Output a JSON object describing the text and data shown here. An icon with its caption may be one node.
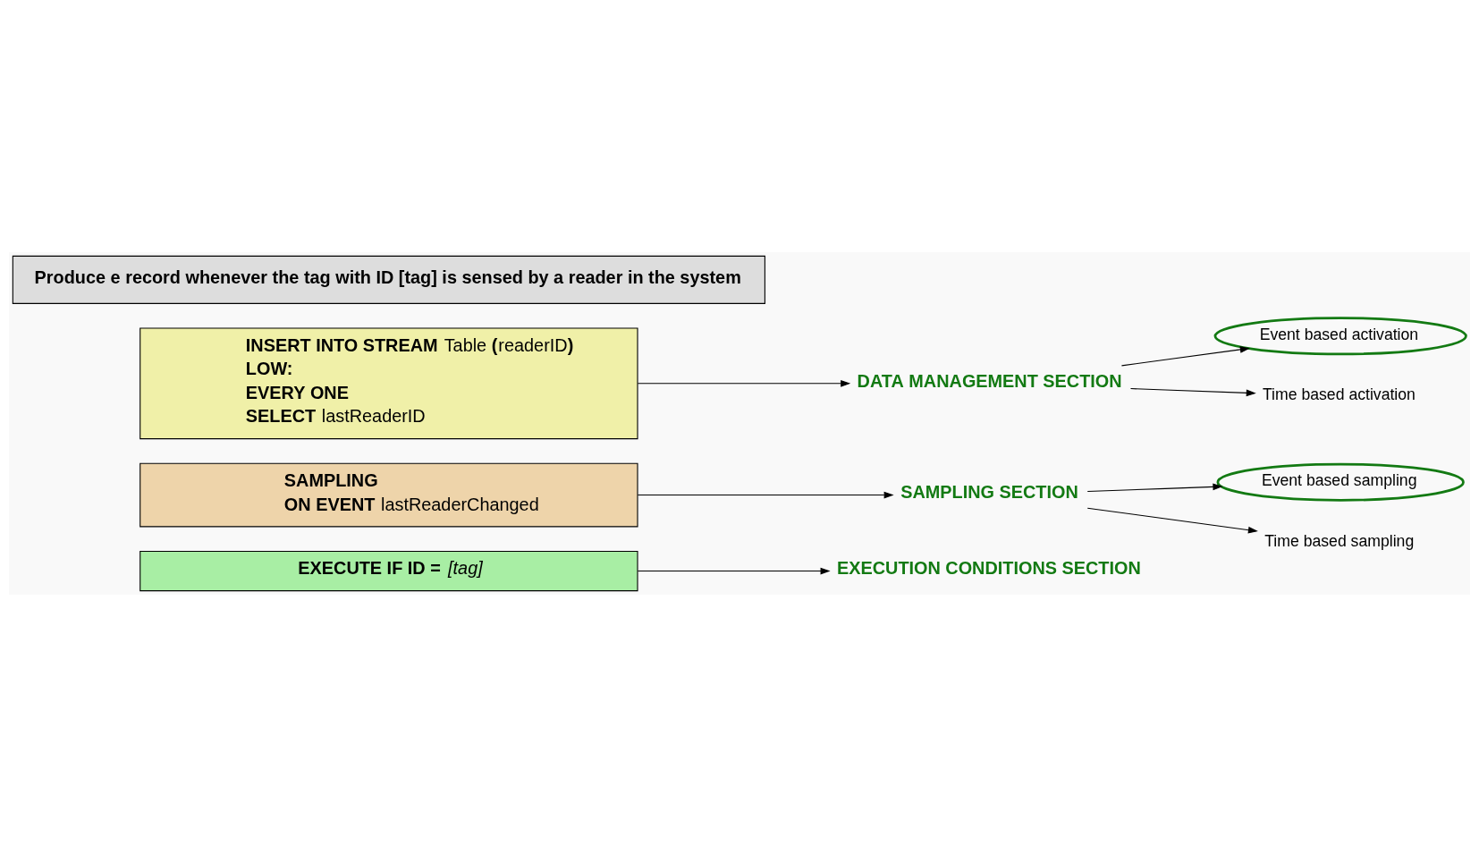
{
  "diagram": {
    "nodes": [
      {
        "text": [
          "Produce e record whenever the tag with ID [tag] is sensed by a reader in the system"
        ]
      },
      {
        "text": [
          "**INSERT INTO STREAM** Table **(**readerID**)**",
          "**LOW:**",
          "**EVERY ONE**",
          "**SELECT** lastReaderID"
        ]
      },
      {
        "text": [
          "**SAMPLING**",
          "**ON EVENT** lastReaderChanged"
        ]
      },
      {
        "text": [
          "**EXECUTE IF ID =** *[tag]*"
        ]
      },
      {
        "text": [
          "DATA MANAGEMENT SECTION"
        ]
      },
      {
        "text": [
          "Event based activation"
        ]
      },
      {
        "text": [
          "Time based activation"
        ]
      },
      {
        "text": [
          "SAMPLING SECTION"
        ]
      },
      {
        "text": [
          "Event based sampling"
        ]
      },
      {
        "text": [
          "Time based sampling"
        ]
      },
      {
        "text": [
          "EXECUTION CONDITIONS SECTION"
        ]
      }
    ],
    "edges": [
      {
        "from": 1,
        "to": 4,
        "arrow": "to"
      },
      {
        "from": 4,
        "to": 5,
        "arrow": "to"
      },
      {
        "from": 4,
        "to": 6,
        "arrow": "to"
      },
      {
        "from": 2,
        "to": 7,
        "arrow": "to"
      },
      {
        "from": 7,
        "to": 8,
        "arrow": "to"
      },
      {
        "from": 7,
        "to": 9,
        "arrow": "to"
      },
      {
        "from": 3,
        "to": 10,
        "arrow": "to"
      }
    ]
  }
}
